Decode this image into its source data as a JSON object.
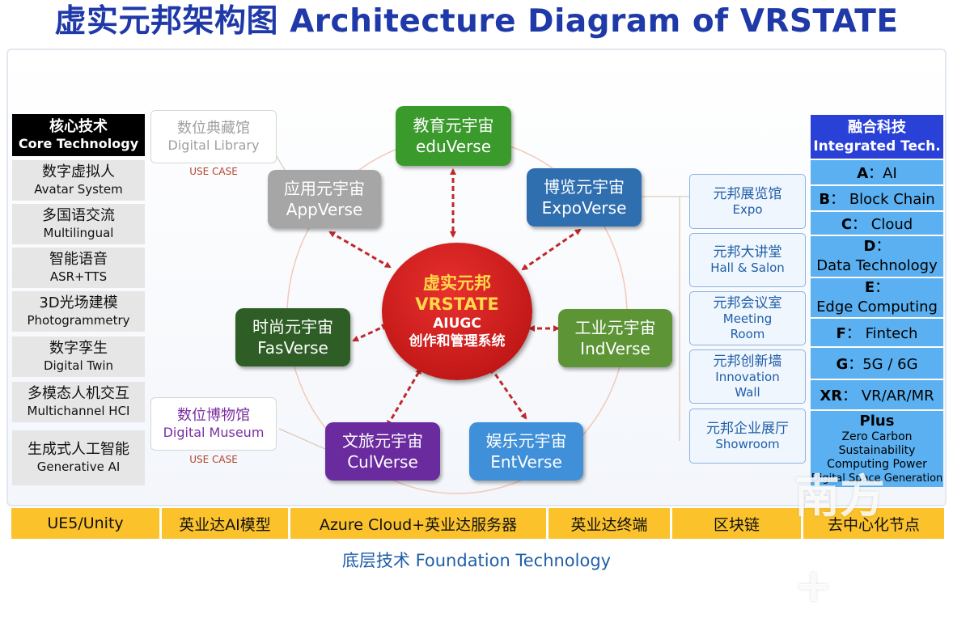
{
  "title": "虚实元邦架构图 Architecture Diagram of VRSTATE",
  "core_technology": {
    "header_cn": "核心技术",
    "header_en": "Core Technology",
    "items": [
      {
        "cn": "数字虚拟人",
        "en": "Avatar System"
      },
      {
        "cn": "多国语交流",
        "en": "Multilingual"
      },
      {
        "cn": "智能语音",
        "en": "ASR+TTS"
      },
      {
        "cn": "3D光场建模",
        "en": "Photogrammetry"
      },
      {
        "cn": "数字孪生",
        "en": "Digital Twin"
      },
      {
        "cn": "多模态人机交互",
        "en": "Multichannel HCI"
      },
      {
        "cn": "生成式人工智能",
        "en": "Generative AI"
      }
    ]
  },
  "use_cases": {
    "library": {
      "cn": "数位典藏馆",
      "en": "Digital Library",
      "tag": "USE CASE"
    },
    "museum": {
      "cn": "数位博物馆",
      "en": "Digital Museum",
      "tag": "USE CASE"
    }
  },
  "center": {
    "line1": "虚实元邦",
    "line2": "VRSTATE",
    "line3": "AIUGC",
    "line4": "创作和管理系统"
  },
  "verses": {
    "edu": {
      "cn": "教育元宇宙",
      "en": "eduVerse",
      "color": "#3a9a2c"
    },
    "app": {
      "cn": "应用元宇宙",
      "en": "AppVerse",
      "color": "#a6a6a6"
    },
    "expo": {
      "cn": "博览元宇宙",
      "en": "ExpoVerse",
      "color": "#2f6fb0"
    },
    "fas": {
      "cn": "时尚元宇宙",
      "en": "FasVerse",
      "color": "#2e5d25"
    },
    "ind": {
      "cn": "工业元宇宙",
      "en": "IndVerse",
      "color": "#5c9436"
    },
    "cul": {
      "cn": "文旅元宇宙",
      "en": "CulVerse",
      "color": "#6a2b9e"
    },
    "ent": {
      "cn": "娱乐元宇宙",
      "en": "EntVerse",
      "color": "#3f90d8"
    }
  },
  "expo_items": [
    {
      "cn": "元邦展览馆",
      "en": "Expo"
    },
    {
      "cn": "元邦大讲堂",
      "en": "Hall & Salon"
    },
    {
      "cn": "元邦会议室",
      "en": "Meeting Room"
    },
    {
      "cn": "元邦创新墙",
      "en": "Innovation Wall"
    },
    {
      "cn": "元邦企业展厅",
      "en": "Showroom"
    }
  ],
  "integrated_tech": {
    "header_cn": "融合科技",
    "header_en": "Integrated Tech.",
    "items": [
      {
        "label": "A",
        "text": "AI"
      },
      {
        "label": "B",
        "text": "Block Chain"
      },
      {
        "label": "C",
        "text": "Cloud"
      },
      {
        "label": "D",
        "text": "Data Technology"
      },
      {
        "label": "E",
        "text": "Edge Computing"
      },
      {
        "label": "F",
        "text": "Fintech"
      },
      {
        "label": "G",
        "text": "5G / 6G"
      },
      {
        "label": "XR",
        "text": "VR/AR/MR"
      }
    ],
    "plus": {
      "label": "Plus",
      "lines": [
        "Zero Carbon",
        "Sustainability",
        "Computing Power",
        "Digital Space Generation"
      ]
    }
  },
  "foundation": {
    "items": [
      "UE5/Unity",
      "英业达AI模型",
      "Azure Cloud+英业达服务器",
      "英业达终端",
      "区块链",
      "去中心化节点"
    ],
    "label": "底层技术 Foundation Technology"
  },
  "watermark": "南方+"
}
